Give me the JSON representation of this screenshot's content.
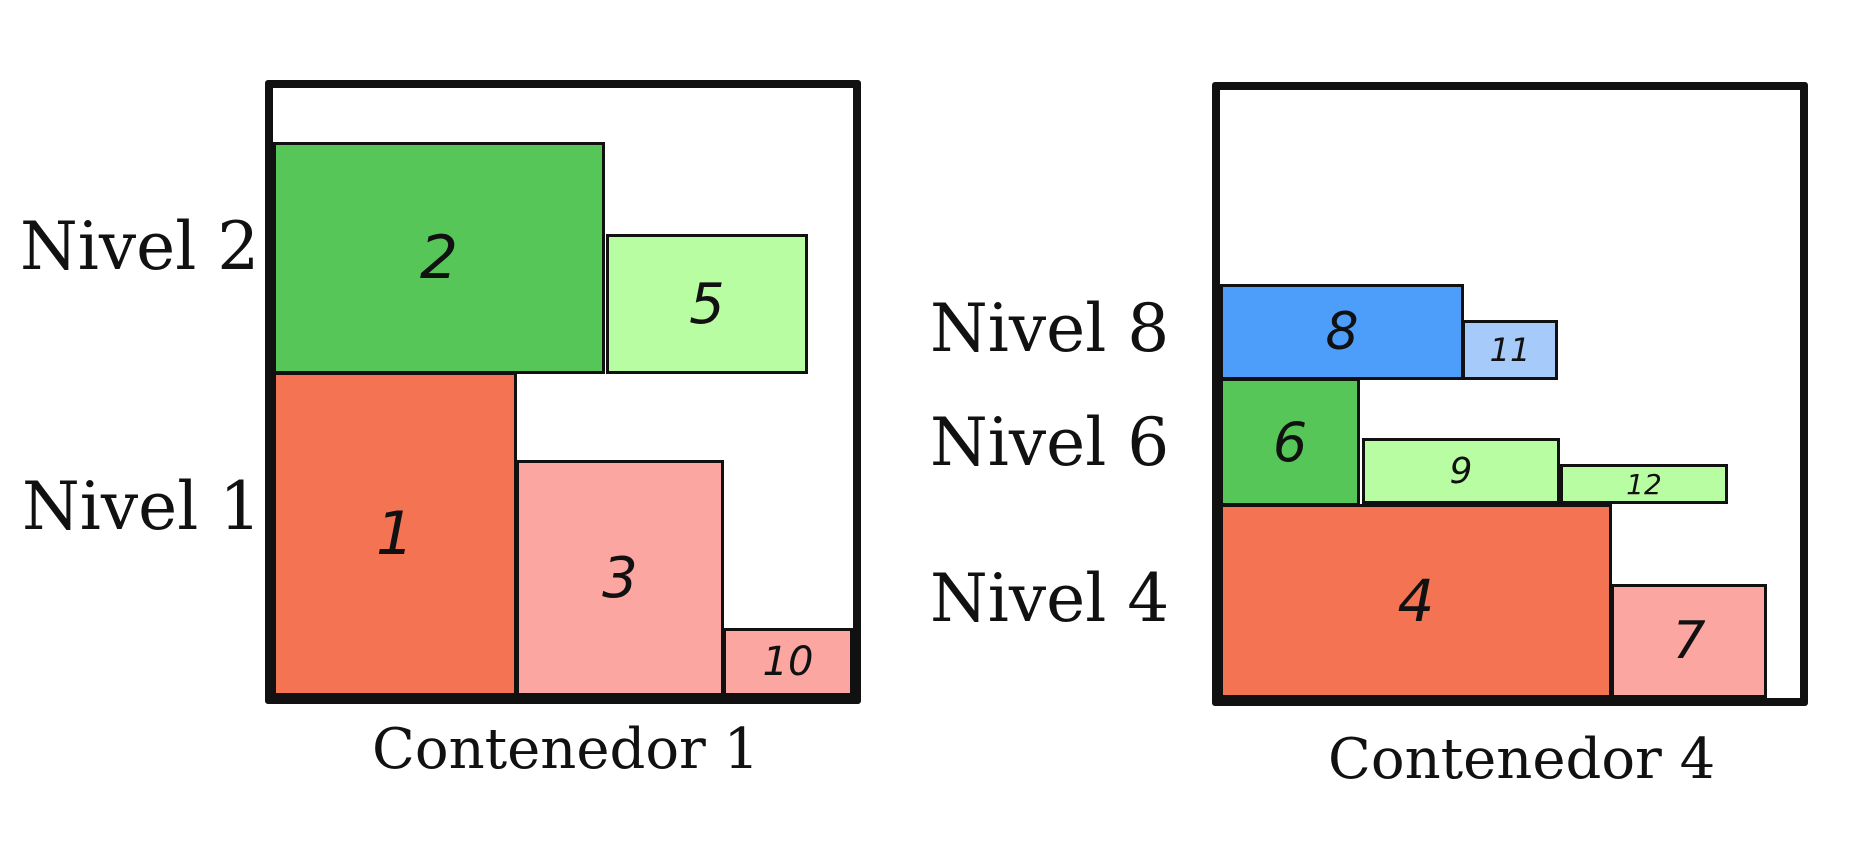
{
  "colors": {
    "red": "#f47352",
    "pink": "#fca6a2",
    "green": "#57c658",
    "light_green": "#b9fda2",
    "blue": "#4d9dfb",
    "light_blue": "#a6cbfb",
    "frame": "#111111"
  },
  "containers": [
    {
      "caption": "Contenedor 1",
      "levels": [
        "Nivel 2",
        "Nivel 1"
      ],
      "boxes": [
        "2",
        "5",
        "1",
        "3",
        "10"
      ]
    },
    {
      "caption": "Contenedor 4",
      "levels": [
        "Nivel 8",
        "Nivel 6",
        "Nivel 4"
      ],
      "boxes": [
        "8",
        "11",
        "6",
        "9",
        "12",
        "4",
        "7"
      ]
    }
  ]
}
